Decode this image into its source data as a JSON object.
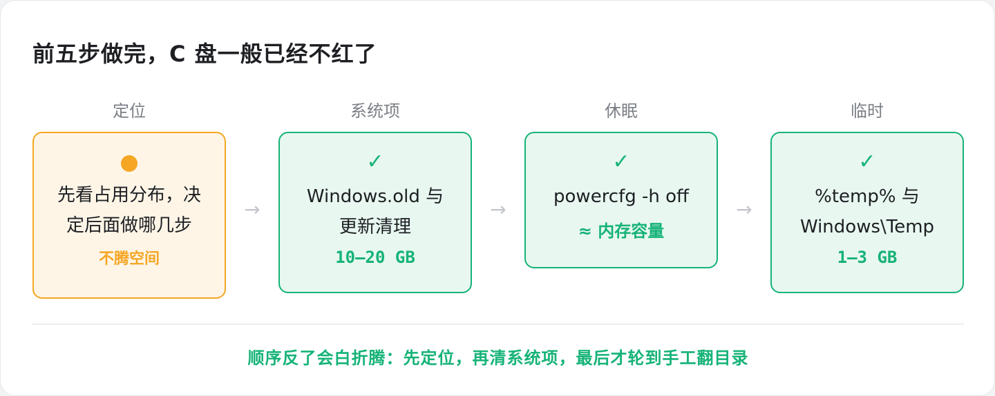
{
  "title": "前五步做完，C 盘一般已经不红了",
  "steps": [
    {
      "label": "定位",
      "text": "先看占用分布，决\n定后面做哪几步",
      "sub": "不腾空间"
    },
    {
      "label": "系统项",
      "marker": "✓",
      "text": "Windows.old 与\n更新清理",
      "sub": "10–20 GB"
    },
    {
      "label": "休眠",
      "marker": "✓",
      "text": "powercfg -h off",
      "sub": "≈ 内存容量"
    },
    {
      "label": "临时",
      "marker": "✓",
      "text": "%temp% 与\nWindows\\Temp",
      "sub": "1–3 GB"
    }
  ],
  "arrow_glyph": "→",
  "footer": "顺序反了会白折腾：先定位，再清系统项，最后才轮到手工翻目录",
  "colors": {
    "orange": "#f5a623",
    "green": "#15b377",
    "orange_bg": "#fef5e7",
    "green_bg": "#e8f7f0"
  },
  "icons": {
    "step1": "dot-icon",
    "steps2to4": "check-icon"
  }
}
